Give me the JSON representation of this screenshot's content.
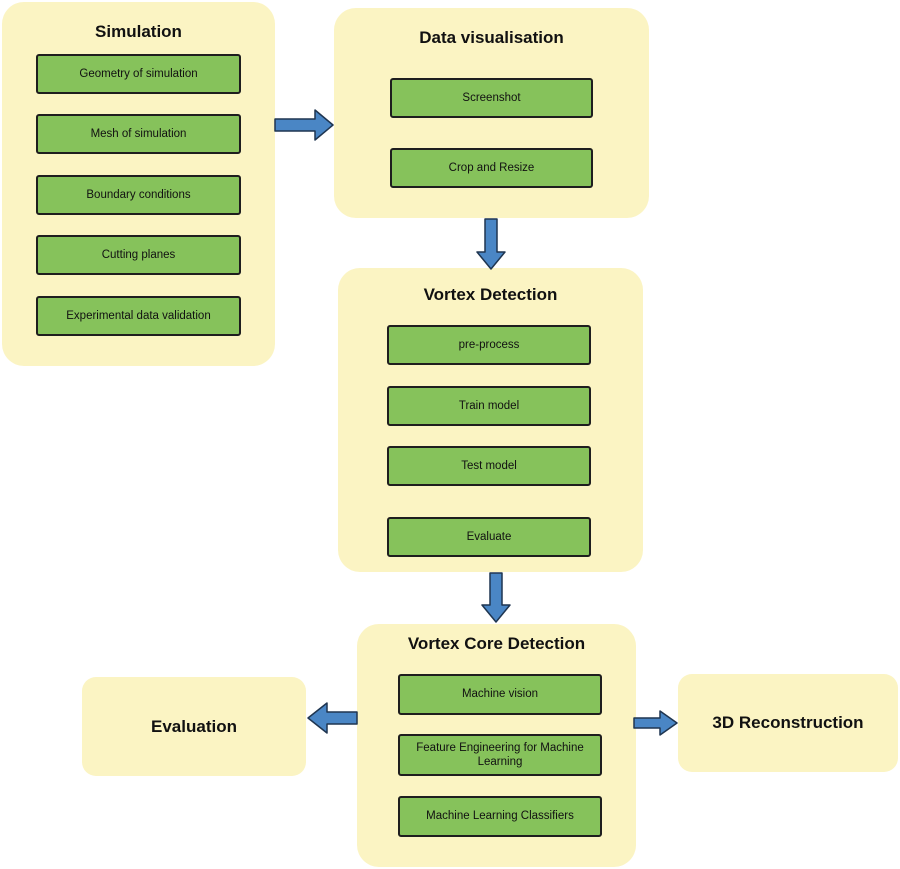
{
  "colors": {
    "panel_fill": "#fbf4c3",
    "step_fill": "#86c25b",
    "step_border": "#1e1e1e",
    "arrow_fill": "#4a86c5",
    "arrow_stroke": "#1f3550"
  },
  "simulation": {
    "title": "Simulation",
    "steps": [
      "Geometry of simulation",
      "Mesh of simulation",
      "Boundary conditions",
      "Cutting planes",
      "Experimental data validation"
    ]
  },
  "data_visualisation": {
    "title": "Data visualisation",
    "steps": [
      "Screenshot",
      "Crop and Resize"
    ]
  },
  "vortex_detection": {
    "title": "Vortex Detection",
    "steps": [
      "pre-process",
      "Train model",
      "Test model",
      "Evaluate"
    ]
  },
  "vortex_core_detection": {
    "title": "Vortex Core Detection",
    "steps": [
      "Machine vision",
      "Feature Engineering for Machine Learning",
      "Machine Learning Classifiers"
    ]
  },
  "evaluation": {
    "title": "Evaluation"
  },
  "reconstruction_3d": {
    "title": "3D Reconstruction"
  }
}
